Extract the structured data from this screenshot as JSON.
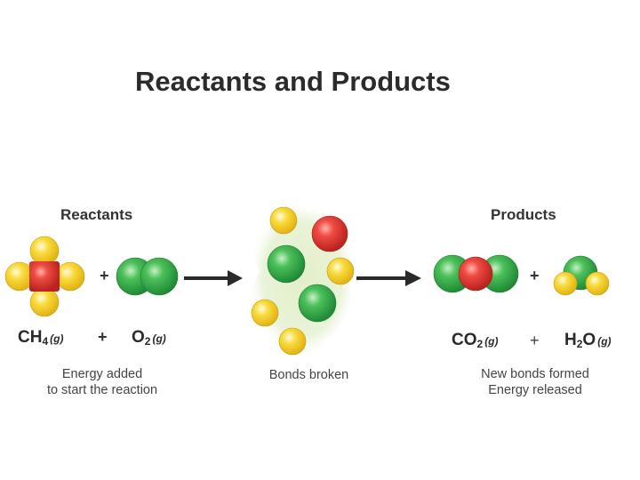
{
  "title": "Reactants and Products",
  "reactants": {
    "heading": "Reactants",
    "methane_formula": "CH",
    "methane_sub": "4",
    "methane_phase": "(g)",
    "plus_molecules": "+",
    "plus_formula": "+",
    "oxygen_formula": "O",
    "oxygen_sub": "2",
    "oxygen_phase": "(g)",
    "caption_line1": "Energy added",
    "caption_line2": "to start the reaction"
  },
  "middle": {
    "caption": "Bonds broken"
  },
  "products": {
    "heading": "Products",
    "co2_formula": "CO",
    "co2_sub": "2",
    "co2_phase": "(g)",
    "plus_molecules": "+",
    "plus_formula": "+",
    "water_h": "H",
    "water_sub": "2",
    "water_o": "O",
    "water_phase": "(g)",
    "caption_line1": "New bonds formed",
    "caption_line2": "Energy released"
  },
  "colors": {
    "carbon": "#d93a36",
    "oxygen": "#3daa4e",
    "hydrogen": "#f2cf2e",
    "arrow": "#2a2a2a",
    "cloud": "#e6f0cf"
  }
}
